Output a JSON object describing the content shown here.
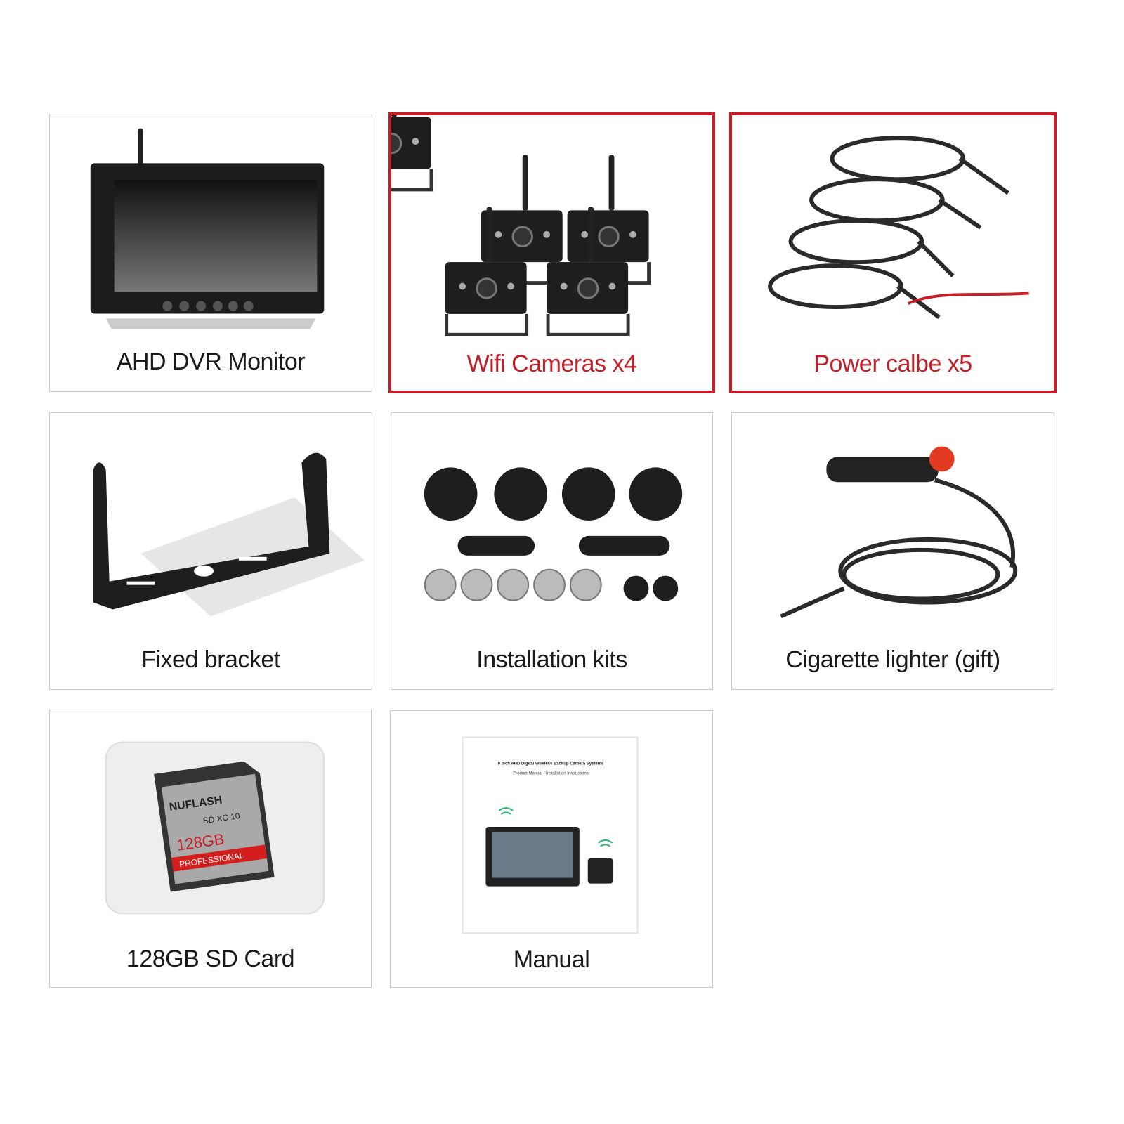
{
  "accent_color": "#c41e28",
  "items": [
    {
      "label": "AHD DVR Monitor",
      "icon": "monitor-icon",
      "highlighted": false
    },
    {
      "label": "Wifi Cameras x4",
      "icon": "camera-icon",
      "highlighted": true
    },
    {
      "label": "Power calbe x5",
      "icon": "cable-icon",
      "highlighted": true
    },
    {
      "label": "Fixed bracket",
      "icon": "bracket-icon",
      "highlighted": false
    },
    {
      "label": "Installation  kits",
      "icon": "screws-icon",
      "highlighted": false
    },
    {
      "label": "Cigarette lighter (gift)",
      "icon": "cigarette-lighter-icon",
      "highlighted": false
    },
    {
      "label": "128GB SD Card",
      "icon": "sd-card-icon",
      "highlighted": false
    },
    {
      "label": "Manual",
      "icon": "manual-icon",
      "highlighted": false
    }
  ],
  "sd_card": {
    "brand": "NUFLASH",
    "capacity": "128GB",
    "grade": "PROFESSIONAL",
    "class": "SD XC 10"
  },
  "manual": {
    "title": "9 inch AHD Digital Wireless Backup Camera Systems",
    "subtitle": "Product Manual / Installation Instructions"
  }
}
